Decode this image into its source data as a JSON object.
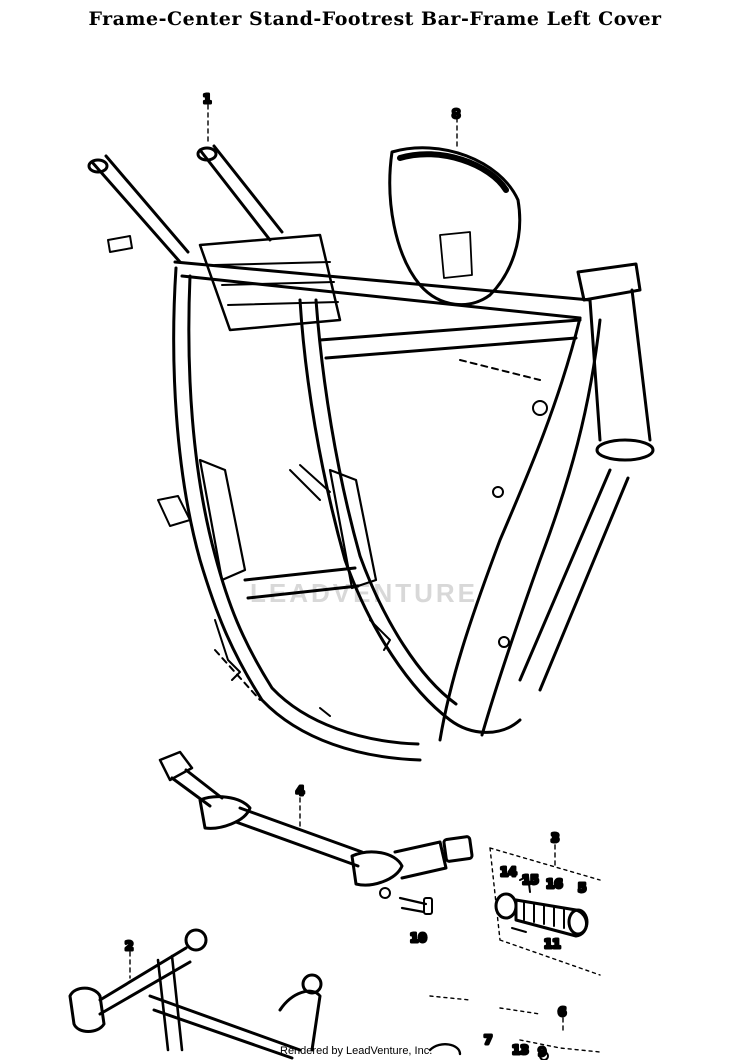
{
  "title": "Frame-Center Stand-Footrest Bar-Frame Left Cover",
  "callouts": {
    "c1": "1",
    "c2": "2",
    "c8": "8",
    "c4": "4",
    "c3": "3",
    "c14": "14",
    "c15": "15",
    "c16": "16",
    "c5": "5",
    "c10": "10",
    "c11": "11",
    "c7": "7",
    "c13": "13",
    "c6": "6",
    "c9": "9"
  },
  "watermark": "LEADVENTURE",
  "footer": "Rendered by LeadVenture, Inc."
}
